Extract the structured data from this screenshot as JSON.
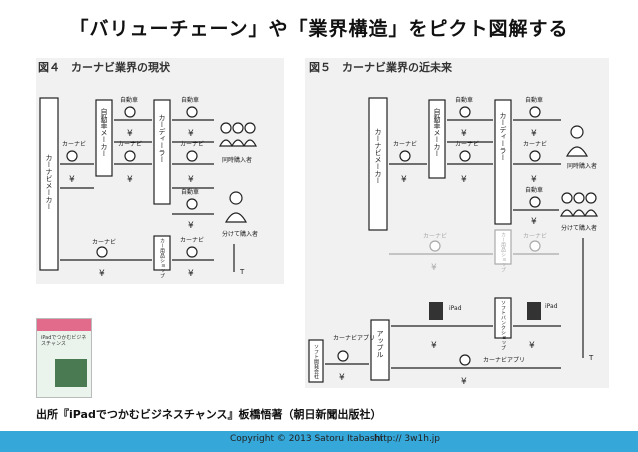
{
  "title": "「バリューチェーン」や「業界構造」をピクト図解する",
  "figure4": {
    "caption": "図４　カーナビ業界の現状",
    "manufacturer": "カーナビメーカー",
    "dealer_a": "自動車メーカー",
    "dealer_b": "カーディーラー",
    "shop": "カー用品ショップ",
    "car": "自動車",
    "navi": "カーナビ",
    "yen": "¥",
    "buyer_same": "同時購入者",
    "buyer_sep": "分けて購入者",
    "t": "T"
  },
  "figure5": {
    "caption": "図５　カーナビ業界の近未来",
    "manufacturer": "カーナビメーカー",
    "dealer_a": "自動車メーカー",
    "dealer_b": "カーディーラー",
    "shop": "カー用品ショップ",
    "softbank": "ソフトバンクショップ",
    "apple": "アップル",
    "soft_dev": "ソフト開発会社",
    "car": "自動車",
    "navi": "カーナビ",
    "navi_app": "カーナビアプリ",
    "ipad": "iPad",
    "yen": "¥",
    "buyer_same": "同時購入者",
    "buyer_sep": "分けて購入者",
    "t": "T"
  },
  "book": {
    "title": "iPadでつかむビジネスチャンス"
  },
  "source": "出所『iPadでつかむビジネスチャンス』板橋悟著（朝日新聞出版社）",
  "footer": {
    "copyright": "Copyright © 2013 Satoru Itabashi",
    "url": "http:// 3w1h.jp"
  }
}
